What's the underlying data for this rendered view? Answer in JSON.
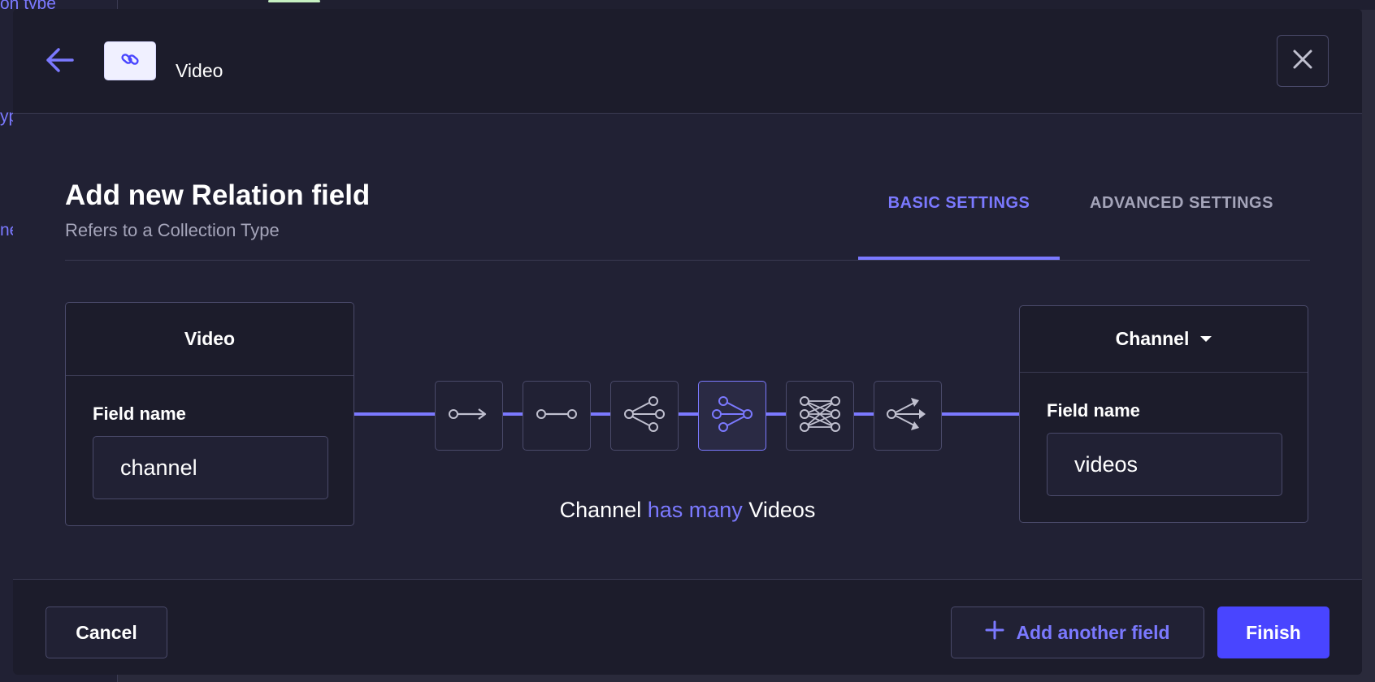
{
  "background": {
    "frag_top": "on type",
    "frag_mid": "yp",
    "frag_low": "ne"
  },
  "header": {
    "title": "Video",
    "back_icon": "arrow-left-icon",
    "type_icon": "link-icon",
    "close_icon": "close-icon"
  },
  "form": {
    "title": "Add new Relation field",
    "subtitle": "Refers to a Collection Type",
    "tabs": [
      {
        "label": "BASIC SETTINGS",
        "active": true
      },
      {
        "label": "ADVANCED SETTINGS",
        "active": false
      }
    ]
  },
  "left_entity": {
    "name": "Video",
    "field_label": "Field name",
    "field_value": "channel"
  },
  "right_entity": {
    "name": "Channel",
    "field_label": "Field name",
    "field_value": "videos"
  },
  "relations": [
    {
      "icon": "one-way-relation-icon",
      "active": false
    },
    {
      "icon": "one-to-one-relation-icon",
      "active": false
    },
    {
      "icon": "one-to-many-relation-icon",
      "active": false
    },
    {
      "icon": "many-to-one-relation-icon",
      "active": true
    },
    {
      "icon": "many-to-many-relation-icon",
      "active": false
    },
    {
      "icon": "many-way-relation-icon",
      "active": false
    }
  ],
  "relation_sentence": {
    "subject": "Channel",
    "verb": "has many",
    "object": "Videos"
  },
  "footer": {
    "cancel_label": "Cancel",
    "add_label": "Add another field",
    "finish_label": "Finish"
  },
  "colors": {
    "accent": "#7b79ff",
    "primary_button": "#4945ff",
    "modal_bg": "#212134",
    "header_bg": "#1c1c2b"
  }
}
